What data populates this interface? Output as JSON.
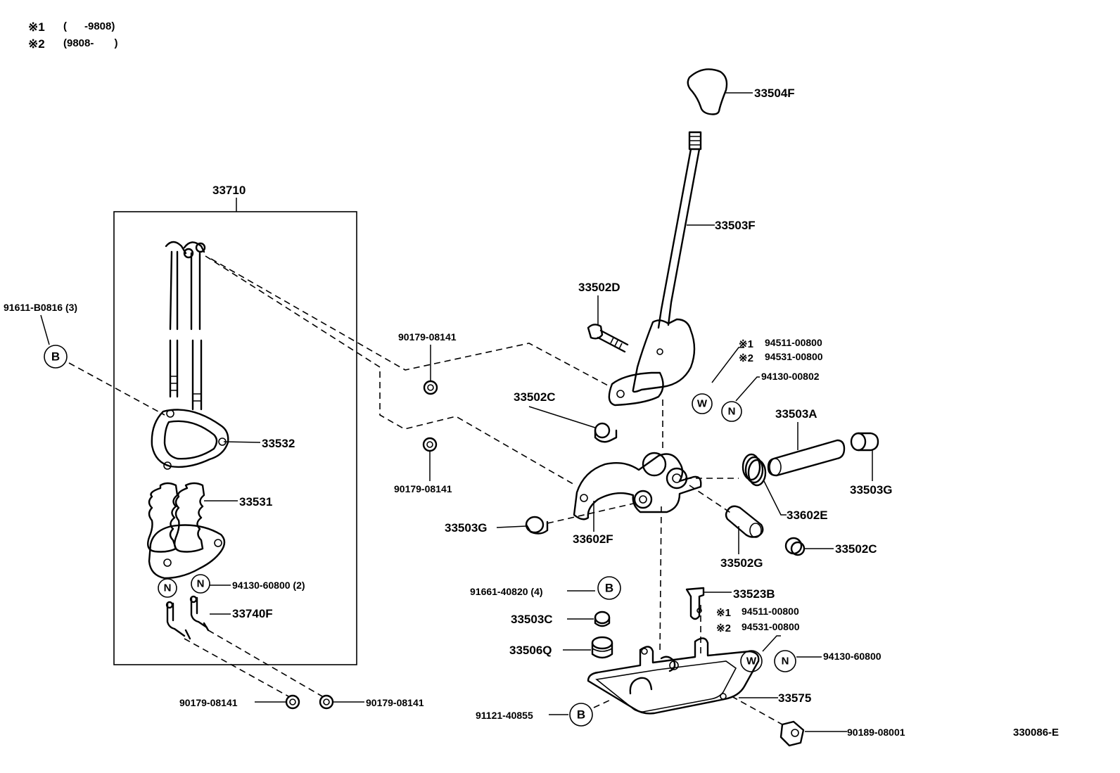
{
  "notes": [
    {
      "mark": "※1",
      "range": "(      -9808)"
    },
    {
      "mark": "※2",
      "range": "(9808-       )"
    }
  ],
  "drawing_number": "330086-E",
  "callouts": {
    "B": "B",
    "N": "N",
    "W": "W"
  },
  "parts": {
    "p33504F": "33504F",
    "p33503F": "33503F",
    "p33710": "33710",
    "p33502D": "33502D",
    "p91611": "91611-B0816 (3)",
    "p90179_a": "90179-08141",
    "p90179_b": "90179-08141",
    "p90179_c": "90179-08141",
    "p90179_d": "90179-08141",
    "w1_mark": "※1",
    "w1_no": "94511-00800",
    "w2_mark": "※2",
    "w2_no": "94531-00800",
    "p94130_00802": "94130-00802",
    "p33502C_a": "33502C",
    "p33503A": "33503A",
    "p33532": "33532",
    "p33531": "33531",
    "p33503G_a": "33503G",
    "p33503G_b": "33503G",
    "p33602E": "33602E",
    "p33602F": "33602F",
    "p33502G": "33502G",
    "p33502C_b": "33502C",
    "p94130_60800_2": "94130-60800 (2)",
    "p33740F": "33740F",
    "p91661": "91661-40820 (4)",
    "p33523B": "33523B",
    "w3_mark": "※1",
    "w3_no": "94511-00800",
    "w4_mark": "※2",
    "w4_no": "94531-00800",
    "p33503C": "33503C",
    "p33506Q": "33506Q",
    "p94130_60800": "94130-60800",
    "p33575": "33575",
    "p91121": "91121-40855",
    "p90189": "90189-08001"
  }
}
